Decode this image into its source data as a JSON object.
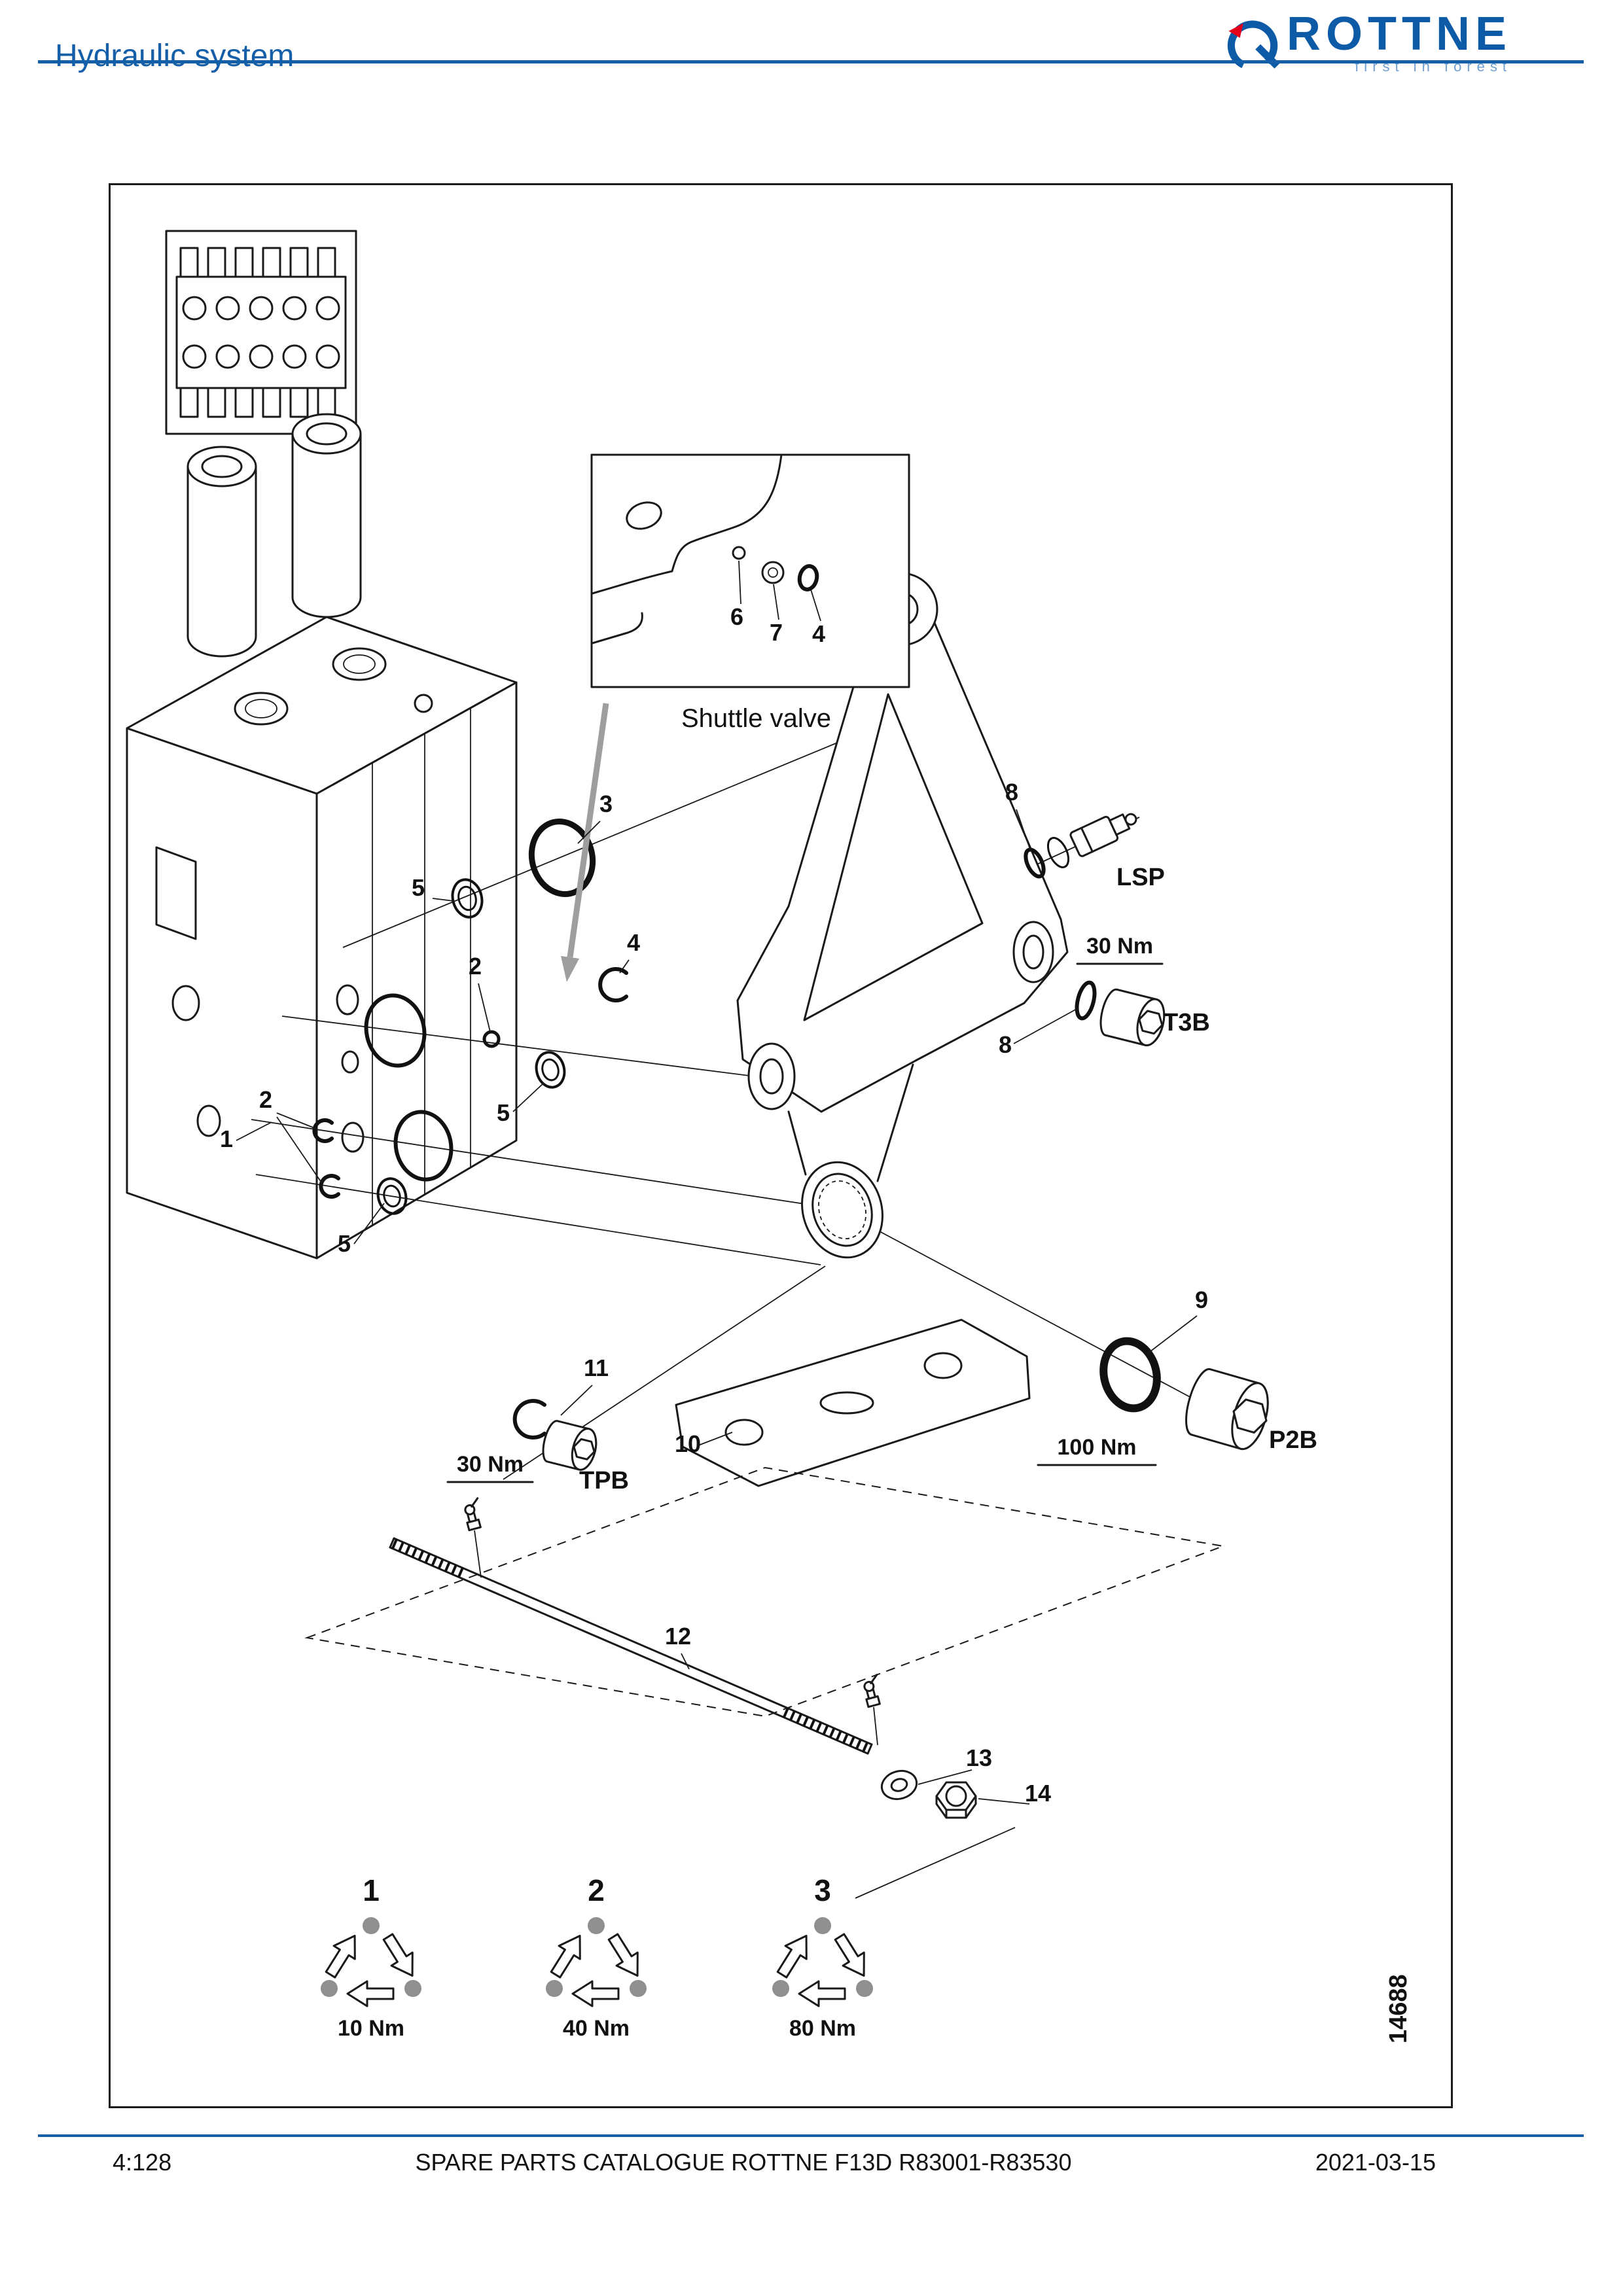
{
  "header": {
    "title": "Hydraulic system"
  },
  "brand": {
    "name": "ROTTNE",
    "tagline": "first in forest",
    "blue": "#0d5ba7",
    "red": "#e2001a"
  },
  "footer": {
    "page_ref": "4:128",
    "catalogue_title": "SPARE PARTS CATALOGUE ROTTNE F13D R83001-R83530",
    "date": "2021-03-15"
  },
  "figure": {
    "figure_number": "14688",
    "inset_caption": "Shuttle valve",
    "callouts": {
      "c1": "1",
      "c2": "2",
      "c3": "3",
      "c4": "4",
      "c5": "5",
      "c6": "6",
      "c7": "7",
      "c8": "8",
      "c9": "9",
      "c10": "10",
      "c11": "11",
      "c12": "12",
      "c13": "13",
      "c14": "14"
    },
    "ports": {
      "lsp": "LSP",
      "t3b": "T3B",
      "p2b": "P2B",
      "tpb": "TPB"
    },
    "torques": {
      "t3b": "30 Nm",
      "tpb": "30 Nm",
      "p2b": "100 Nm"
    },
    "tightening_sequence": [
      {
        "step": "1",
        "torque": "10 Nm"
      },
      {
        "step": "2",
        "torque": "40 Nm"
      },
      {
        "step": "3",
        "torque": "80 Nm"
      }
    ]
  }
}
